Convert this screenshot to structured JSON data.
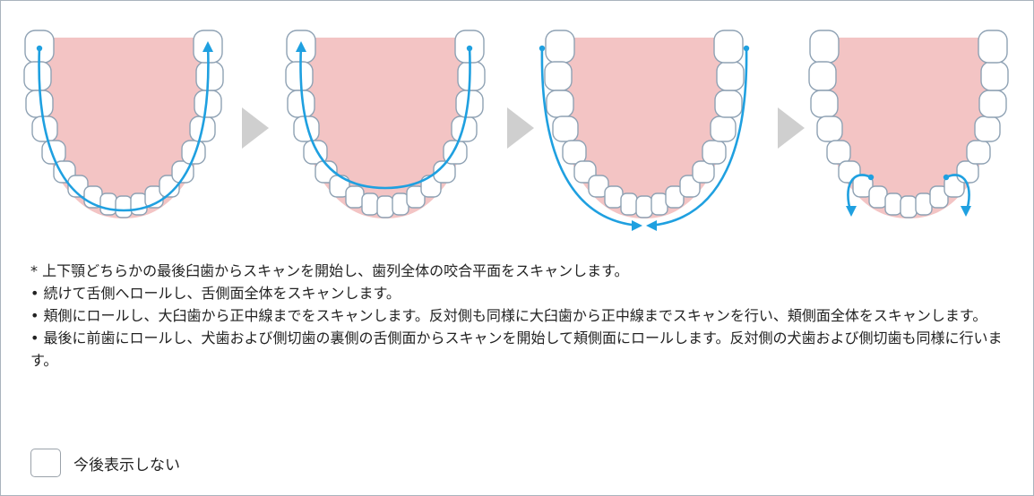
{
  "scan_steps": [
    {
      "name": "occlusal-scan",
      "arrow_color": "#1fa0e0"
    },
    {
      "name": "lingual-scan",
      "arrow_color": "#1fa0e0"
    },
    {
      "name": "buccal-scan",
      "arrow_color": "#1fa0e0"
    },
    {
      "name": "anterior-scan",
      "arrow_color": "#1fa0e0"
    }
  ],
  "colors": {
    "gum": "#f3c4c4",
    "tooth_fill": "#ffffff",
    "tooth_stroke": "#8fa2b4",
    "arrow": "#1fa0e0",
    "chevron": "#cfcfcf"
  },
  "instructions": [
    "* 上下顎どちらかの最後臼歯からスキャンを開始し、歯列全体の咬合平面をスキャンします。",
    "• 続けて舌側へロールし、舌側面全体をスキャンします。",
    "• 頬側にロールし、大臼歯から正中線までをスキャンします。反対側も同様に大臼歯から正中線までスキャンを行い、頬側面全体をスキャンします。",
    "• 最後に前歯にロールし、犬歯および側切歯の裏側の舌側面からスキャンを開始して頬側面にロールします。反対側の犬歯および側切歯も同様に行います。"
  ],
  "dont_show_again": {
    "label": "今後表示しない",
    "checked": false
  }
}
